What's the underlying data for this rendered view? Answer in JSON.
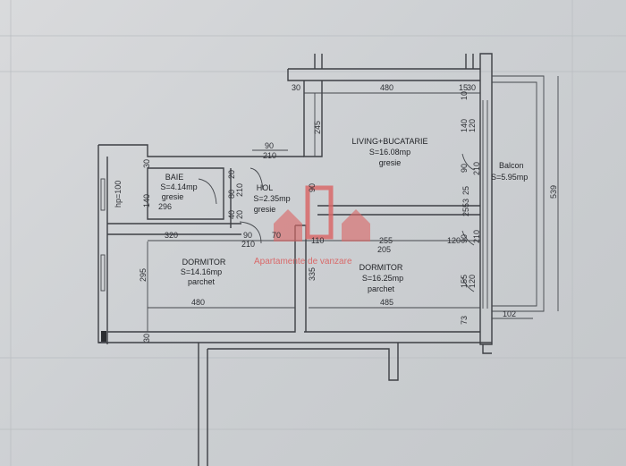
{
  "rooms": {
    "living": {
      "name": "LIVING+BUCATARIE",
      "area": "S=16.08mp",
      "floor": "gresie"
    },
    "baie": {
      "name": "BAIE",
      "area": "S=4.14mp",
      "floor": "gresie"
    },
    "hol": {
      "name": "HOL",
      "area": "S=2.35mp",
      "floor": "gresie"
    },
    "dormitor1": {
      "name": "DORMITOR",
      "area": "S=14.16mp",
      "floor": "parchet"
    },
    "dormitor2": {
      "name": "DORMITOR",
      "area": "S=16.25mp",
      "floor": "parchet"
    },
    "balcon": {
      "name": "Balcon",
      "area": "S=5.95mp"
    }
  },
  "dimensions": {
    "top_480": "480",
    "top_30_left": "30",
    "top_15": "15",
    "top_30_right": "30",
    "living_245": "245",
    "living_90": "90",
    "living_210": "210",
    "living_140": "140",
    "living_120": "120",
    "living_10": "10",
    "baie_30": "30",
    "baie_140": "140",
    "baie_296": "296",
    "baie_hp": "hp=100",
    "hol_20a": "20",
    "hol_80": "80",
    "hol_210a": "210",
    "hol_40": "40",
    "hol_20b": "20",
    "hol_90": "90",
    "mid_320": "320",
    "mid_90": "90",
    "mid_210": "210",
    "mid_70": "70",
    "mid_110": "110",
    "mid_255": "255",
    "mid_205": "205",
    "mid_120": "120",
    "mid_25": "25",
    "mid_53": "53",
    "mid_25b": "25",
    "right_90": "90",
    "right_210": "210",
    "right_90b": "90",
    "right_210b": "210",
    "d1_295": "295",
    "d1_480": "480",
    "d1_30": "30",
    "d2_335": "335",
    "d2_485": "485",
    "d2_155": "155",
    "d2_120": "120",
    "d2_73": "73",
    "balcon_539": "539",
    "balcon_102": "102"
  },
  "watermark": "Apartamente de vanzare",
  "colors": {
    "wall": "#3d3f44",
    "watermark": "#d96a6a",
    "paper": "#cfd1d4"
  }
}
